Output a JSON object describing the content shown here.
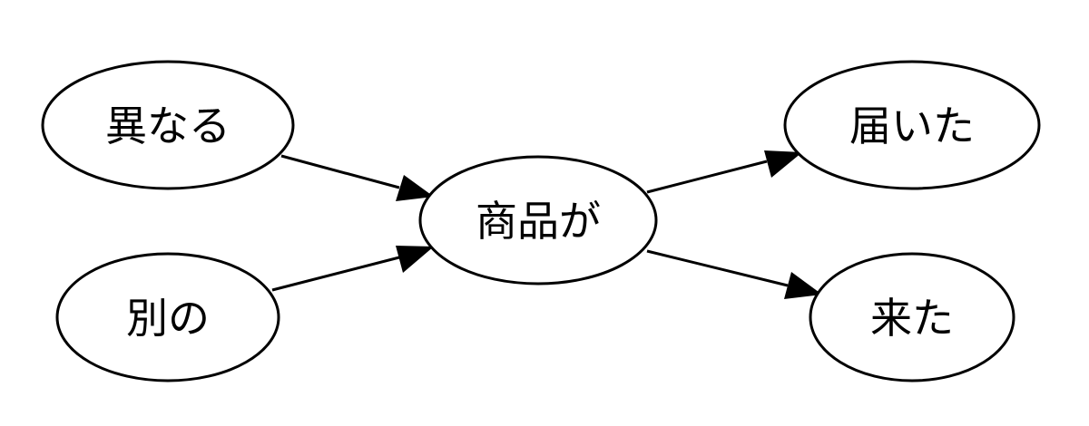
{
  "nodes": [
    {
      "id": "n1",
      "label": "異なる"
    },
    {
      "id": "n2",
      "label": "別の"
    },
    {
      "id": "n3",
      "label": "商品が"
    },
    {
      "id": "n4",
      "label": "届いた"
    },
    {
      "id": "n5",
      "label": "来た"
    }
  ],
  "edges": [
    {
      "from": "n1",
      "to": "n3"
    },
    {
      "from": "n2",
      "to": "n3"
    },
    {
      "from": "n3",
      "to": "n4"
    },
    {
      "from": "n3",
      "to": "n5"
    }
  ]
}
